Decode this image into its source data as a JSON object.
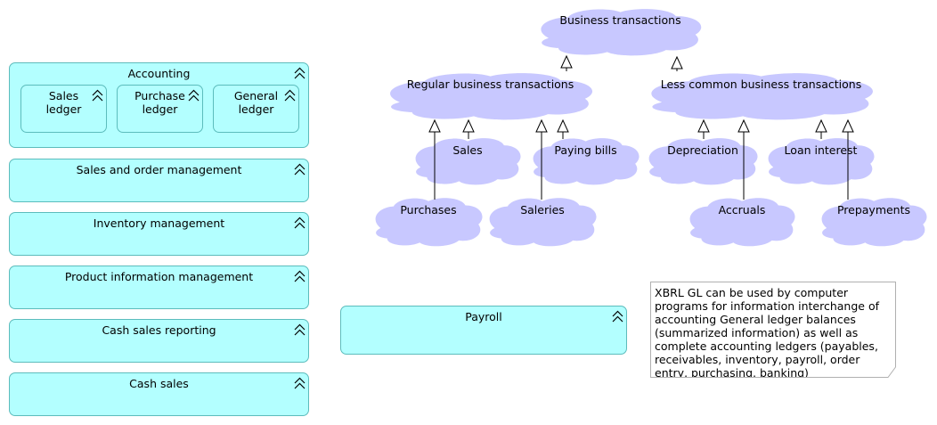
{
  "colors": {
    "function_fill": "#b3ffff",
    "function_border": "#5cbcbc",
    "event_fill": "#c8c8ff",
    "event_border": "#8080d8",
    "connector": "#000000"
  },
  "functions": {
    "accounting": {
      "label": "Accounting",
      "children": {
        "sales_ledger": "Sales\nledger",
        "purchase_ledger": "Purchase\nledger",
        "general_ledger": "General\nledger"
      }
    },
    "sales_order": "Sales and order management",
    "inventory": "Inventory management",
    "product_info": "Product information management",
    "cash_sales_reporting": "Cash sales reporting",
    "cash_sales": "Cash sales",
    "payroll": "Payroll"
  },
  "events": {
    "business_transactions": "Business transactions",
    "regular": "Regular business transactions",
    "less_common": "Less common business transactions",
    "sales": "Sales",
    "paying_bills": "Paying bills",
    "depreciation": "Depreciation",
    "loan_interest": "Loan interest",
    "purchases": "Purchases",
    "saleries": "Saleries",
    "accruals": "Accruals",
    "prepayments": "Prepayments"
  },
  "note": {
    "text": "XBRL GL can be used by computer programs for information interchange of accounting General ledger balances (summarized information) as well as complete accounting ledgers (payables, receivables, inventory, payroll, order entry, purchasing, banking)"
  },
  "icons": {
    "function_icon": "chevron-up-icon"
  }
}
